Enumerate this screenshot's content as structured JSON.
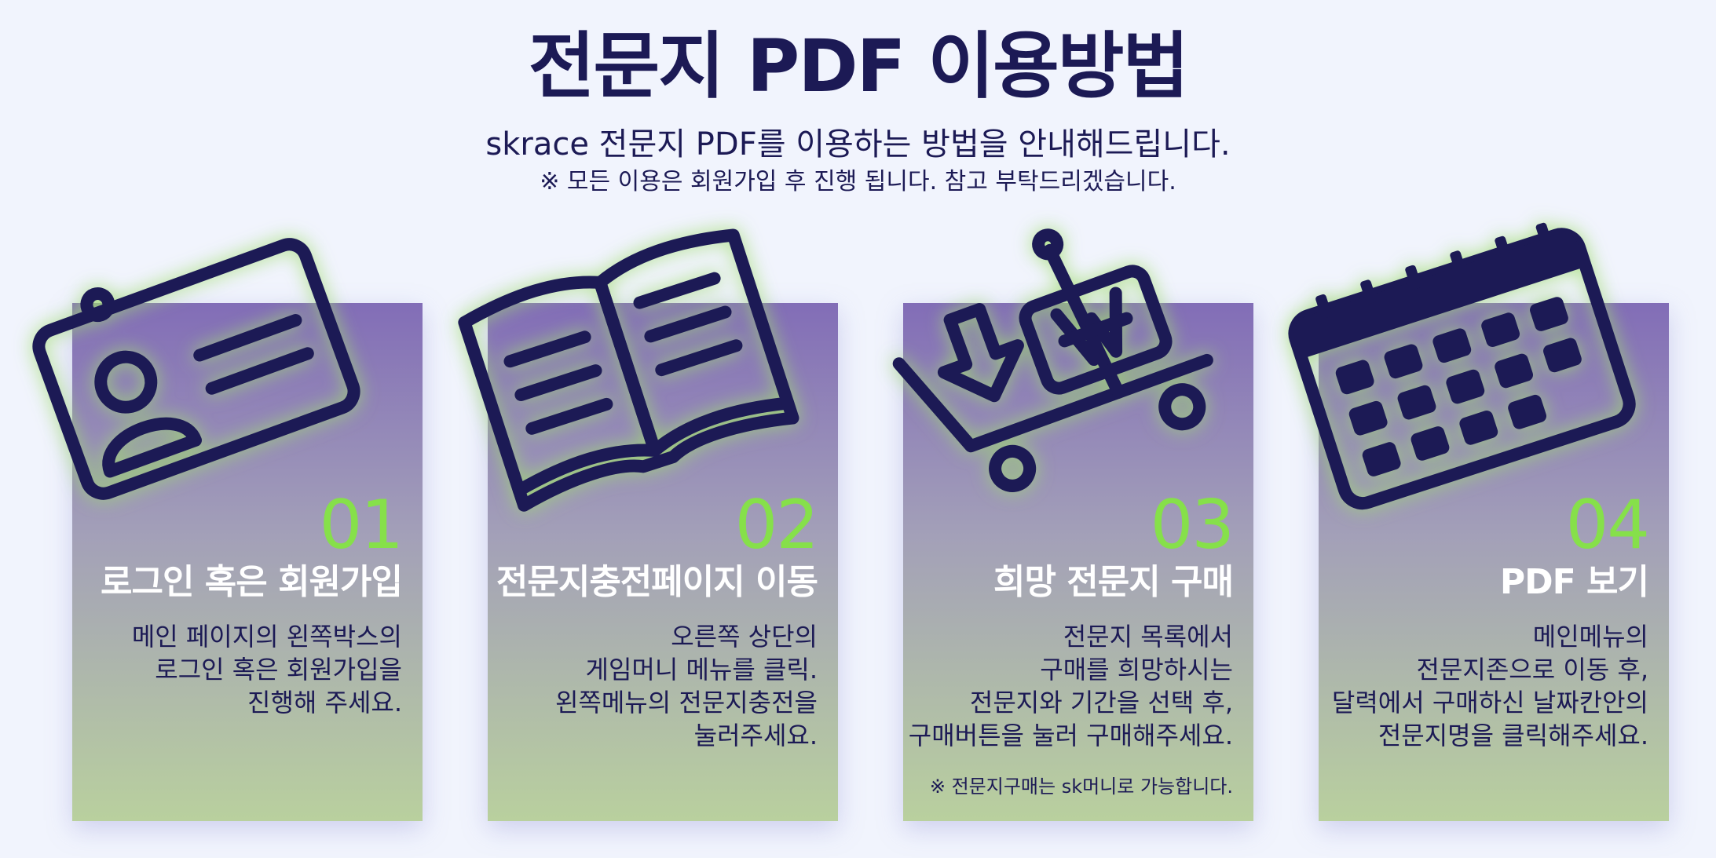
{
  "header": {
    "title": "전문지 PDF 이용방법",
    "subtitle": "skrace 전문지 PDF를 이용하는 방법을 안내해드립니다.",
    "note": "※ 모든 이용은 회원가입 후 진행 됩니다. 참고 부탁드리겠습니다."
  },
  "colors": {
    "navy": "#1c1a55",
    "number_green": "#86e04a",
    "card_top": "#826db7",
    "card_bottom": "#b9d09e",
    "background": "#f1f4fd"
  },
  "steps": [
    {
      "number": "01",
      "icon": "id-card-icon",
      "heading": "로그인 혹은 회원가입",
      "lines": [
        "메인 페이지의 왼쪽박스의",
        "로그인 혹은 회원가입을",
        "진행해 주세요."
      ]
    },
    {
      "number": "02",
      "icon": "open-book-icon",
      "heading": "전문지충전페이지 이동",
      "lines": [
        "오른쪽 상단의",
        "게임머니 메뉴를 클릭.",
        "왼쪽메뉴의 전문지충전을",
        "눌러주세요."
      ]
    },
    {
      "number": "03",
      "icon": "shopping-cart-icon",
      "heading": "희망 전문지 구매",
      "lines": [
        "전문지 목록에서",
        "구매를 희망하시는",
        "전문지와 기간을 선택 후,",
        "구매버튼을 눌러 구매해주세요."
      ],
      "note": "※ 전문지구매는 sk머니로 가능합니다."
    },
    {
      "number": "04",
      "icon": "calendar-icon",
      "heading": "PDF 보기",
      "lines": [
        "메인메뉴의",
        "전문지존으로 이동 후,",
        "달력에서 구매하신 날짜칸안의",
        "전문지명을 클릭해주세요."
      ]
    }
  ]
}
